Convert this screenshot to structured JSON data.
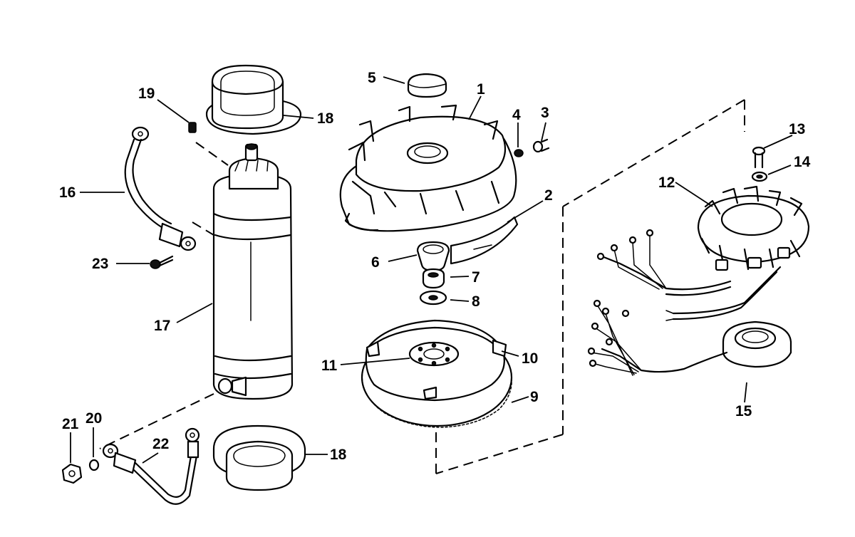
{
  "callouts": [
    {
      "id": "1",
      "label": "1"
    },
    {
      "id": "2",
      "label": "2"
    },
    {
      "id": "3",
      "label": "3"
    },
    {
      "id": "4",
      "label": "4"
    },
    {
      "id": "5",
      "label": "5"
    },
    {
      "id": "6",
      "label": "6"
    },
    {
      "id": "7",
      "label": "7"
    },
    {
      "id": "8",
      "label": "8"
    },
    {
      "id": "9",
      "label": "9"
    },
    {
      "id": "10",
      "label": "10"
    },
    {
      "id": "11",
      "label": "11"
    },
    {
      "id": "12",
      "label": "12"
    },
    {
      "id": "13",
      "label": "13"
    },
    {
      "id": "14",
      "label": "14"
    },
    {
      "id": "15",
      "label": "15"
    },
    {
      "id": "16",
      "label": "16"
    },
    {
      "id": "17",
      "label": "17"
    },
    {
      "id": "18a",
      "label": "18"
    },
    {
      "id": "18b",
      "label": "18"
    },
    {
      "id": "19",
      "label": "19"
    },
    {
      "id": "20",
      "label": "20"
    },
    {
      "id": "21",
      "label": "21"
    },
    {
      "id": "22",
      "label": "22"
    },
    {
      "id": "23",
      "label": "23"
    }
  ],
  "parts": {
    "starter_motor": "starter-motor",
    "flywheel_cover": "flywheel-cover",
    "flywheel": "flywheel",
    "stator": "stator",
    "trigger": "trigger"
  }
}
